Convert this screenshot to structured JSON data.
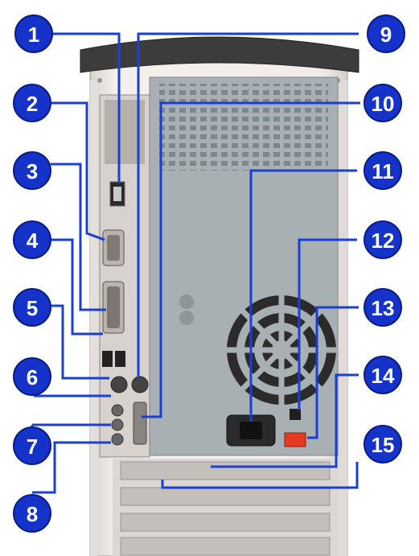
{
  "callouts": [
    {
      "label": "1"
    },
    {
      "label": "2"
    },
    {
      "label": "3"
    },
    {
      "label": "4"
    },
    {
      "label": "5"
    },
    {
      "label": "6"
    },
    {
      "label": "7"
    },
    {
      "label": "8"
    },
    {
      "label": "9"
    },
    {
      "label": "10"
    },
    {
      "label": "11"
    },
    {
      "label": "12"
    },
    {
      "label": "13"
    },
    {
      "label": "14"
    },
    {
      "label": "15"
    }
  ],
  "colors": {
    "callout_fill": "#1533c9",
    "leader_line": "#1a3fd6",
    "chassis_panel": "#a9b0b4",
    "case_frame": "#efeae6",
    "case_top": "#3c3c3c",
    "power_switch": "#e53920"
  }
}
